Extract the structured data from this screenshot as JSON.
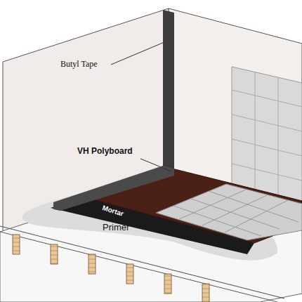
{
  "diagram": {
    "labels": [
      "Butyl Tape",
      "VH Polyboard",
      "Mortar",
      "Primer"
    ]
  }
}
